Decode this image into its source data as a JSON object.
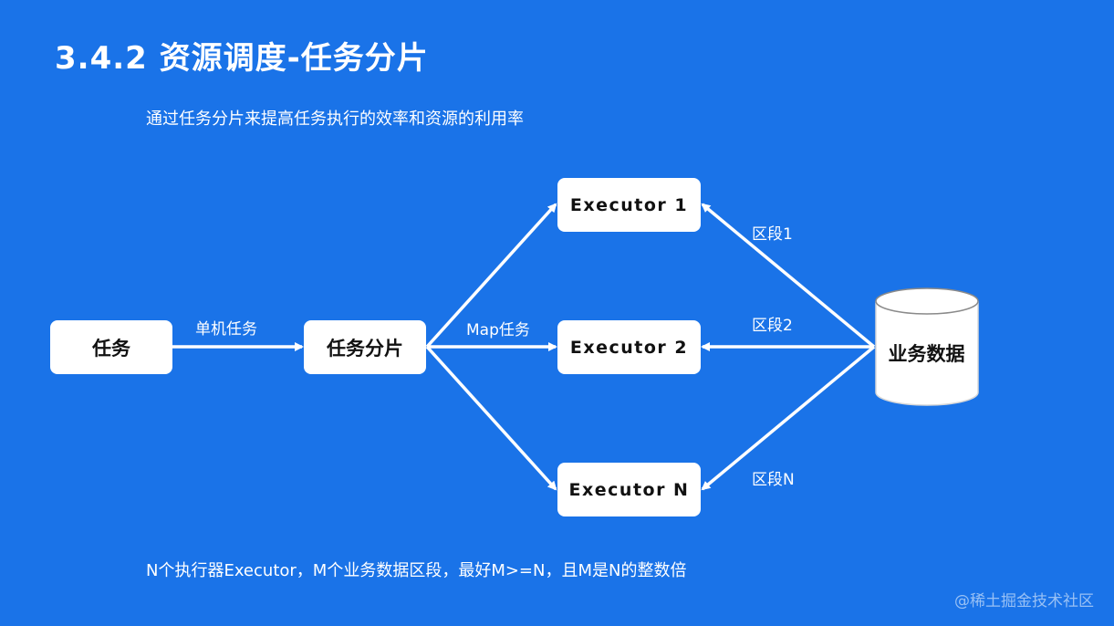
{
  "title": "3.4.2 资源调度-任务分片",
  "subtitle": "通过任务分片来提高任务执行的效率和资源的利用率",
  "nodes": {
    "task": "任务",
    "shard": "任务分片",
    "executor1": "Executor 1",
    "executor2": "Executor 2",
    "executorN": "Executor N",
    "business_data": "业务数据"
  },
  "edges": {
    "single_machine": "单机任务",
    "map_task": "Map任务",
    "segment1": "区段1",
    "segment2": "区段2",
    "segmentN": "区段N"
  },
  "footnote": "N个执行器Executor，M个业务数据区段，最好M>=N，且M是N的整数倍",
  "watermark": "@稀土掘金技术社区",
  "colors": {
    "background": "#1a73e8",
    "box_fill": "#ffffff",
    "arrow": "#ffffff"
  }
}
